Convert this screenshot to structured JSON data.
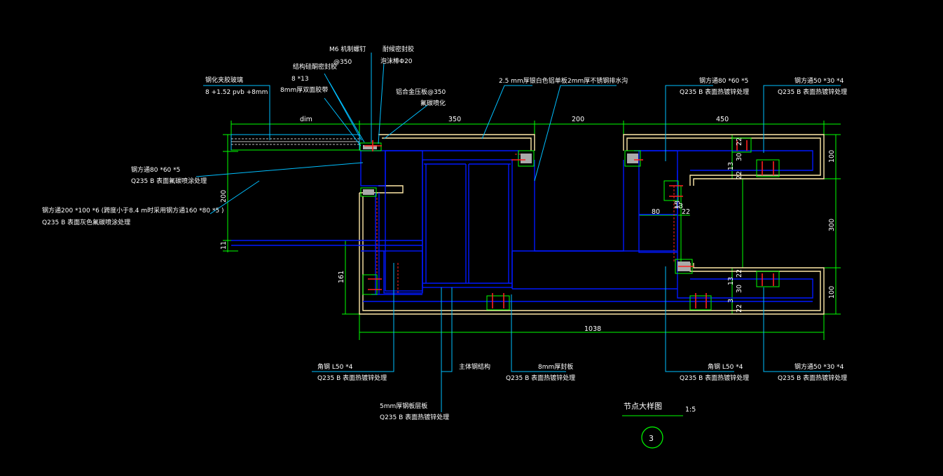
{
  "colors": {
    "background": "#000000",
    "outline": "#ffe9a8",
    "steel": "#0018ff",
    "leader": "#00bfff",
    "dimension": "#00ff00",
    "text": "#ffffff",
    "accent": "#ff2020"
  },
  "labels": {
    "m6_bolt": "M6 机制螺钉",
    "m6_spacing": "@350",
    "sealant_top": "耐候密封胶",
    "foam_rod": "泡沫棒Φ20",
    "structural_sealant": "结构硅酮密封胶",
    "size_8x13": "8 *13",
    "double_tape": "8mm厚双面胶带",
    "glass_title": "钢化夹胶玻璃",
    "glass_spec": "8 +1.52 pvb +8mm",
    "alu_press": "铝合金压板@350",
    "alu_finish": "氟碳喷化",
    "alu_panel": "2.5 mm厚银白色铝单板",
    "ss_gutter": "2mm厚不锈钢排水沟",
    "tube80_top": "钢方通80 *60 *5",
    "tube80_top_spec": "Q235 B  表面热镀锌处理",
    "tube50_top": "钢方通50 *30 *4",
    "tube50_top_spec": "Q235 B  表面热镀锌处理",
    "tube80_left": "钢方通80 *60 *5",
    "tube80_left_spec": "Q235 B  表面氟碳喷涂处理",
    "tube200": "钢方通200 *100 *6 (跨度小于8.4 m时采用钢方通160 *80 *5 )",
    "tube200_spec": "Q235 B  表面灰色氟碳喷涂处理",
    "angle_left": "角钢  L50 *4",
    "angle_left_spec": "Q235 B  表面热镀锌处理",
    "main_steel": "主体钢结构",
    "plate8": "8mm厚封板",
    "plate8_spec": "Q235 B  表面热镀锌处理",
    "angle_right": "角钢  L50 *4",
    "angle_right_spec": "Q235 B  表面热镀锌处理",
    "tube50_bot": "钢方通50 *30 *4",
    "tube50_bot_spec": "Q235 B  表面热镀锌处理",
    "steel5": "5mm厚钢板层板",
    "steel5_spec": "Q235 B  表面热镀锌处理"
  },
  "dims": {
    "dim_top_left": "dim",
    "d350": "350",
    "d200": "200",
    "d450": "450",
    "d1038": "1038",
    "d200_left": "200",
    "d161": "161",
    "d11": "11",
    "d80": "80",
    "d22a": "22",
    "d13a": "13",
    "d100_top": "100",
    "d300": "300",
    "d100_bot": "100",
    "d22_t1": "22",
    "d30_t1": "30",
    "d13_t1": "13",
    "d22_t2": "22",
    "d22_b1": "22",
    "d30_b1": "30",
    "d13_b1": "13",
    "d3_b1": "3",
    "d22_b2": "22",
    "d13_mid": "13"
  },
  "title_block": {
    "title": "节点大样图",
    "scale": "1:5",
    "number": "3"
  }
}
